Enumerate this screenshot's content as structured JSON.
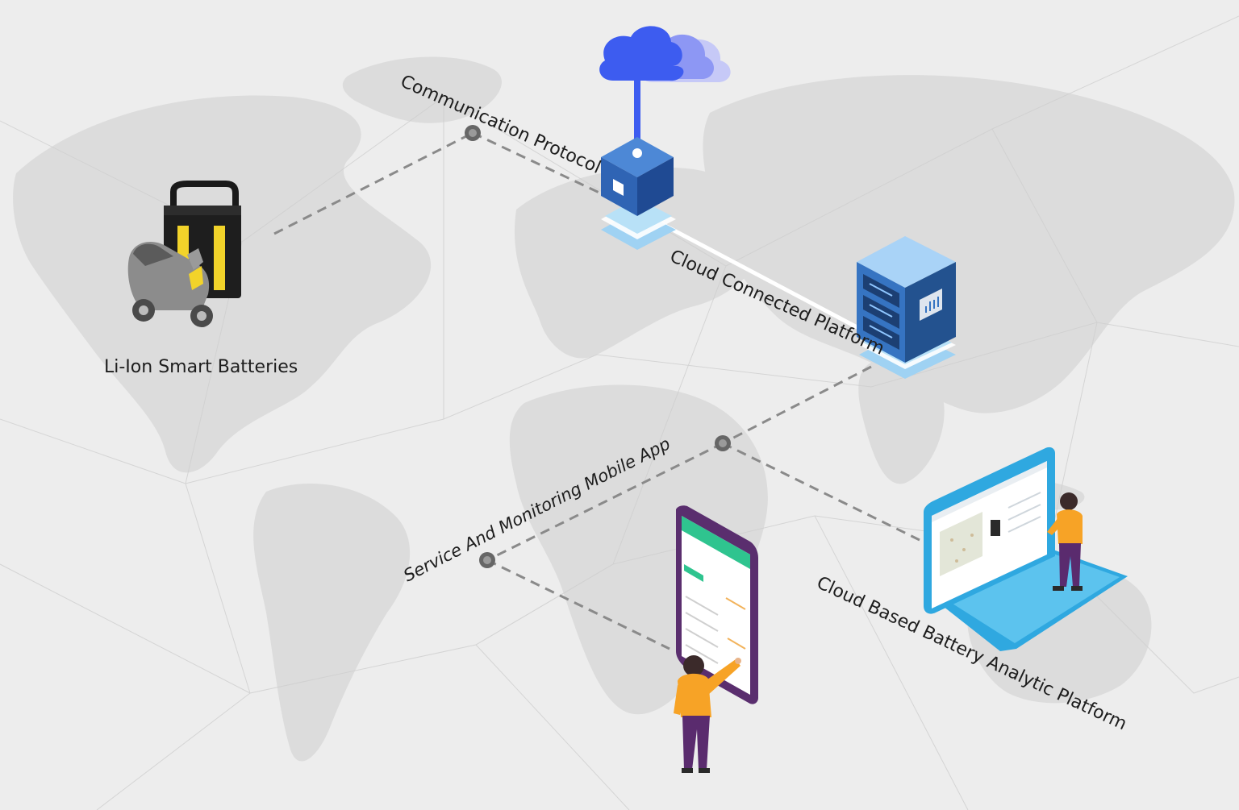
{
  "labels": {
    "batteries": "Li-Ion Smart Batteries",
    "protocol": "Communication Protocol",
    "cloud_platform": "Cloud Connected Platform",
    "mobile_app": "Service And Monitoring Mobile App",
    "analytic_platform": "Cloud Based Battery Analytic Platform"
  },
  "icons": {
    "cloud": "cloud-icon",
    "hub": "hub-cube-icon",
    "server": "server-rack-icon",
    "battery": "battery-scooter-icon",
    "phone": "smartphone-app-icon",
    "laptop": "laptop-dashboard-icon"
  },
  "colors": {
    "background": "#ededed",
    "map_land": "#dcdcdc",
    "cloud_blue": "#3d5cf0",
    "cube_blue": "#2f64b4",
    "server_blue": "#3674c2",
    "laptop_blue": "#2fa8e0",
    "phone_purple": "#5a2e6e",
    "app_green": "#2fc48f",
    "person_orange": "#f7a326",
    "person_pants": "#5a2b6e"
  }
}
